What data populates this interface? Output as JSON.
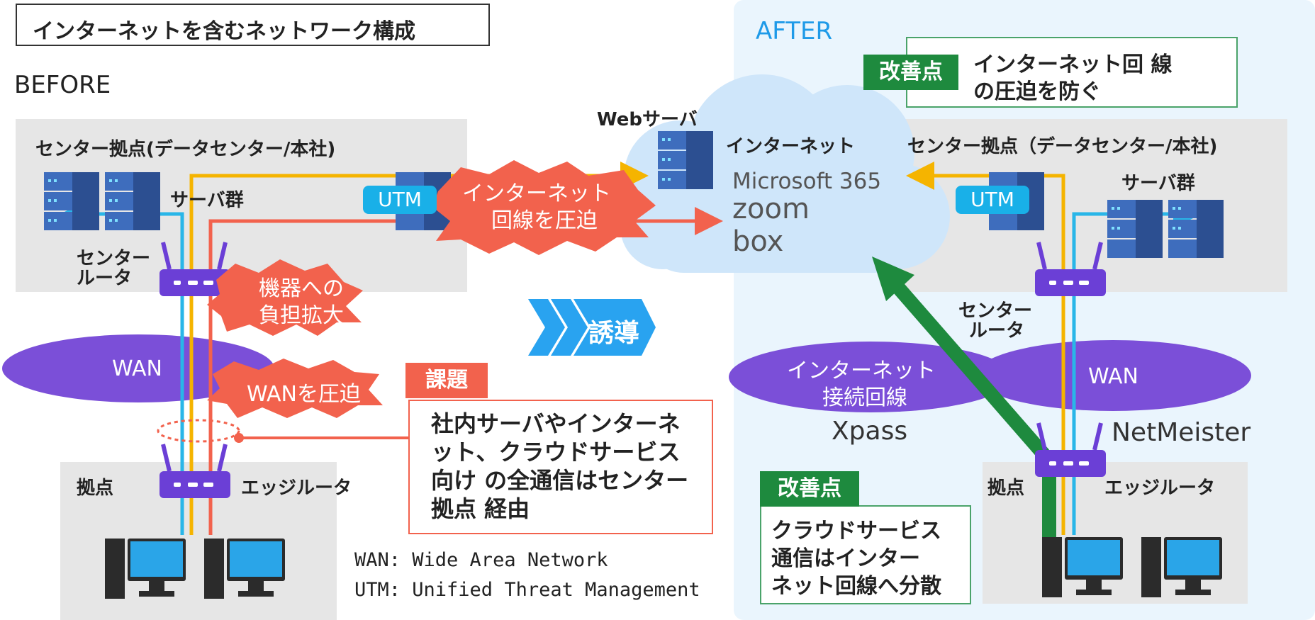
{
  "title": "インターネットを含むネットワーク構成",
  "before": {
    "heading": "BEFORE",
    "center_site": "センター拠点(データセンター/本社)",
    "server_group": "サーバ群",
    "utm": "UTM",
    "center_router": [
      "センター",
      "ルータ"
    ],
    "wan": "WAN",
    "branch": "拠点",
    "edge_router": "エッジルータ",
    "burst_internet": [
      "インターネット",
      "回線を圧迫"
    ],
    "burst_device": [
      "機器への",
      "負担拡大"
    ],
    "burst_wan": "WANを圧迫",
    "issue_label": "課題",
    "issue_text": [
      "社内サーバやインターネ",
      "ット、クラウドサービス",
      "向け の全通信はセンター",
      "拠点 経由"
    ]
  },
  "legend": [
    "WAN: Wide Area Network",
    "UTM: Unified Threat Management"
  ],
  "middle": {
    "web_server": "Webサーバ",
    "internet": "インターネット",
    "services": [
      "Microsoft 365",
      "zoom",
      "box"
    ],
    "induce": "誘導"
  },
  "after": {
    "heading": "AFTER",
    "improvement_label": "改善点",
    "improvement_top": [
      "インターネット回 線",
      "の圧迫を防ぐ"
    ],
    "center_site": "センター拠点（データセンター/本社)",
    "server_group": "サーバ群",
    "utm": "UTM",
    "center_router": [
      "センター",
      "ルータ"
    ],
    "internet_line": [
      "インターネット",
      "接続回線"
    ],
    "wan": "WAN",
    "xpass": "Xpass",
    "netmeister": "NetMeister",
    "branch": "拠点",
    "edge_router": "エッジルータ",
    "improvement_bottom": [
      "クラウドサービス",
      "通信はインター",
      "ネット回線へ分散"
    ]
  },
  "colors": {
    "orange_line": "#f5b400",
    "blue_line": "#29b6e8",
    "red_line": "#f2624d",
    "green_arrow": "#1e8a3e",
    "wan_purple": "#7b4fd8",
    "router": "#6b3fd6",
    "after_bg": "#eaf5fd",
    "cloud": "#cfe6fa"
  }
}
